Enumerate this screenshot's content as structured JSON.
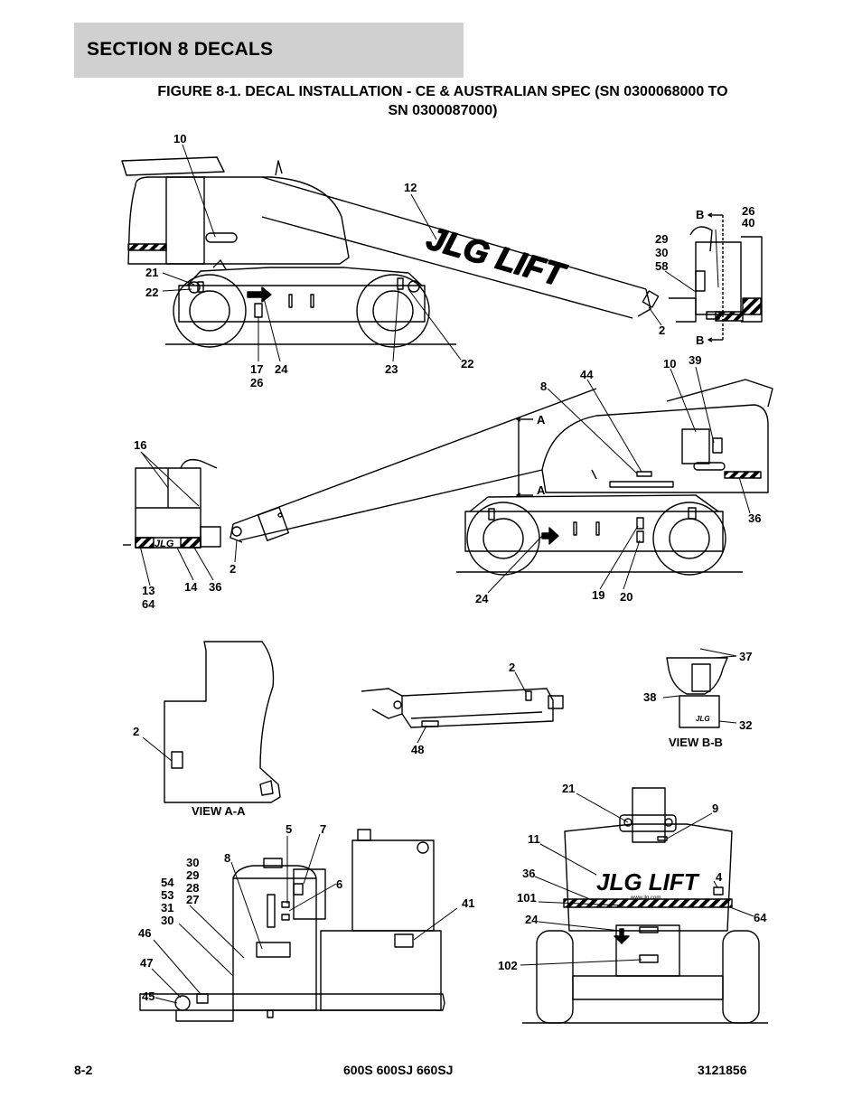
{
  "section_title": "SECTION 8   DECALS",
  "figure_title_line1": "FIGURE 8-1. DECAL INSTALLATION - CE & AUSTRALIAN SPEC (SN 0300068000 TO",
  "figure_title_line2": "SN 0300087000)",
  "logo_text": "JLG LIFT",
  "logo_small": "JLG",
  "web_small": "www.jlg.com",
  "views": {
    "a": "VIEW A-A",
    "b": "VIEW B-B",
    "sec_a": "A",
    "sec_b": "B"
  },
  "callouts": {
    "top": [
      "10",
      "12",
      "26",
      "40",
      "29",
      "30",
      "58",
      "21",
      "22",
      "2",
      "17",
      "26",
      "24",
      "23",
      "22"
    ],
    "middle": [
      "10",
      "39",
      "8",
      "44",
      "16",
      "36",
      "2",
      "13",
      "64",
      "14",
      "36",
      "24",
      "19",
      "20"
    ],
    "views": [
      "2",
      "48",
      "37",
      "38",
      "32",
      "2"
    ],
    "bottom_left": [
      "5",
      "7",
      "8",
      "6",
      "30",
      "29",
      "54",
      "28",
      "53",
      "27",
      "31",
      "30",
      "41",
      "46",
      "47",
      "45"
    ],
    "bottom_right": [
      "21",
      "9",
      "11",
      "36",
      "4",
      "101",
      "64",
      "24",
      "102"
    ]
  },
  "footer": {
    "page": "8-2",
    "models": "600S 600SJ 660SJ",
    "doc_number": "3121856"
  }
}
